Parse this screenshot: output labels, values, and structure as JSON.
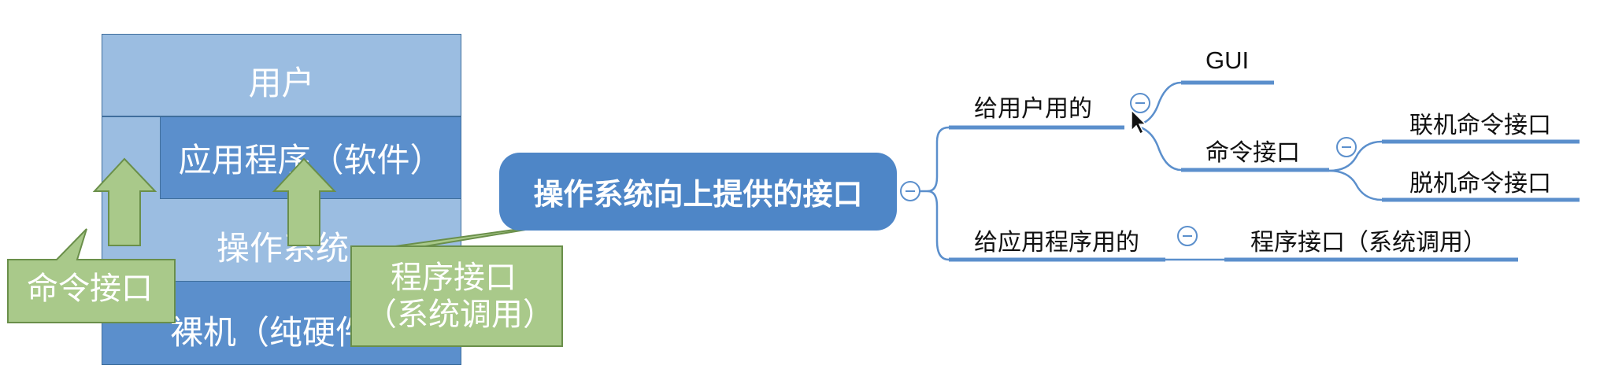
{
  "layers": [
    {
      "id": "user",
      "label": "用户"
    },
    {
      "id": "app",
      "label": "应用程序（软件）"
    },
    {
      "id": "os",
      "label": "操作系统"
    },
    {
      "id": "hw",
      "label": "裸机（纯硬件）"
    }
  ],
  "callouts": {
    "command": "命令接口",
    "program_line1": "程序接口",
    "program_line2": "（系统调用）"
  },
  "mindmap": {
    "root": "操作系统向上提供的接口",
    "for_user": "给用户用的",
    "gui": "GUI",
    "command_interface": "命令接口",
    "online_command": "联机命令接口",
    "offline_command": "脱机命令接口",
    "for_app": "给应用程序用的",
    "program_interface": "程序接口（系统调用）"
  },
  "colors": {
    "layer_light": "#9bbde1",
    "layer_dark": "#5b8fcc",
    "callout_green": "#a9c98a",
    "callout_border": "#6a8f4a",
    "root_blue": "#4e86c7",
    "connector": "#5b8fcc"
  },
  "icons": [
    "up-arrow-icon",
    "collapse-icon",
    "mouse-cursor-icon"
  ]
}
